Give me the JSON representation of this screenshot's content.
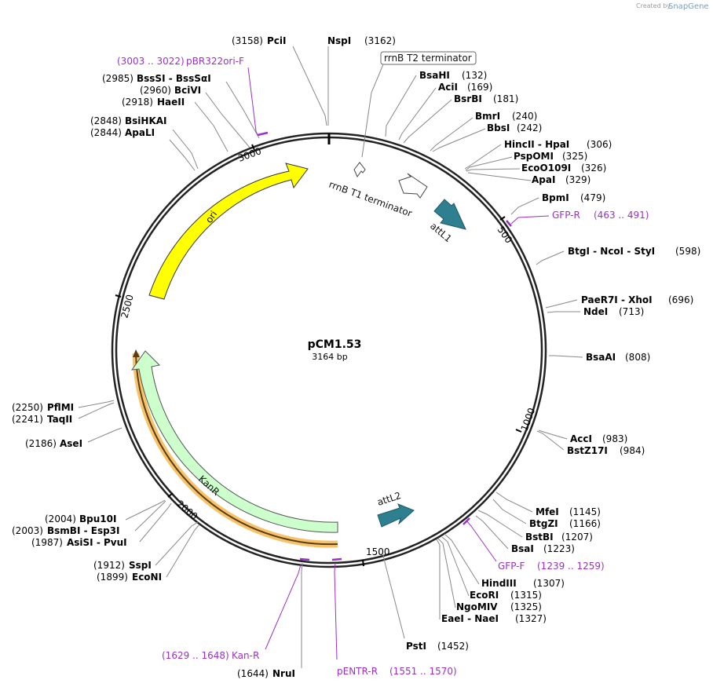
{
  "credit": {
    "prefix": "Created by",
    "brand": "SnapGene"
  },
  "plasmid": {
    "name": "pCM1.53",
    "size": "3164 bp"
  },
  "ticks": [
    "500",
    "1000",
    "1500",
    "2000",
    "2500",
    "3000"
  ],
  "features": {
    "rrnb_t2": "rrnB T2 terminator",
    "rrnb_t1": "rrnB T1 terminator",
    "attl1": "attL1",
    "attl2": "attL2",
    "ori": "ori",
    "kanr": "KanR"
  },
  "colors": {
    "ori": "#ffff00",
    "kanr": "#ccffcc",
    "attl": "#2e7f8f",
    "primer": "#9b30c8",
    "kanr_highlight": "#f7c36a"
  },
  "sites": {
    "pcii": {
      "name": "PciI",
      "pos": "(3158)"
    },
    "nspi": {
      "name": "NspI",
      "pos": "(3162)"
    },
    "pbr_f": {
      "name": "pBR322ori-F",
      "pos": "(3003 .. 3022)"
    },
    "bsssi": {
      "name": "BssSI  - BssSαI",
      "pos": "(2985)"
    },
    "bcivi": {
      "name": "BciVI",
      "pos": "(2960)"
    },
    "haeii": {
      "name": "HaeII",
      "pos": "(2918)"
    },
    "bsihkai": {
      "name": "BsiHKAI",
      "pos": "(2848)"
    },
    "apali": {
      "name": "ApaLI",
      "pos": "(2844)"
    },
    "bsahi": {
      "name": "BsaHI",
      "pos": "(132)"
    },
    "acii": {
      "name": "AciI",
      "pos": "(169)"
    },
    "bsrbi": {
      "name": "BsrBI",
      "pos": "(181)"
    },
    "bmri": {
      "name": "BmrI",
      "pos": "(240)"
    },
    "bbsi": {
      "name": "BbsI",
      "pos": "(242)"
    },
    "hincii": {
      "name": "HincII  - HpaI",
      "pos": "(306)"
    },
    "pspomi": {
      "name": "PspOMI",
      "pos": "(325)"
    },
    "eco0109i": {
      "name": "EcoO109I",
      "pos": "(326)"
    },
    "apai": {
      "name": "ApaI",
      "pos": "(329)"
    },
    "bpmi": {
      "name": "BpmI",
      "pos": "(479)"
    },
    "gfp_r": {
      "name": "GFP-R",
      "pos": "(463 .. 491)"
    },
    "btgi": {
      "name": "BtgI  - NcoI  - StyI",
      "pos": "(598)"
    },
    "paer7i": {
      "name": "PaeR7I  - XhoI",
      "pos": "(696)"
    },
    "ndei": {
      "name": "NdeI",
      "pos": "(713)"
    },
    "bsaai": {
      "name": "BsaAI",
      "pos": "(808)"
    },
    "acci": {
      "name": "AccI",
      "pos": "(983)"
    },
    "bstz17i": {
      "name": "BstZ17I",
      "pos": "(984)"
    },
    "mfei": {
      "name": "MfeI",
      "pos": "(1145)"
    },
    "btgzi": {
      "name": "BtgZI",
      "pos": "(1166)"
    },
    "bstbi": {
      "name": "BstBI",
      "pos": "(1207)"
    },
    "bsai": {
      "name": "BsaI",
      "pos": "(1223)"
    },
    "gfp_f": {
      "name": "GFP-F",
      "pos": "(1239 .. 1259)"
    },
    "hindiii": {
      "name": "HindIII",
      "pos": "(1307)"
    },
    "ecori": {
      "name": "EcoRI",
      "pos": "(1315)"
    },
    "ngomiv": {
      "name": "NgoMIV",
      "pos": "(1325)"
    },
    "eaei": {
      "name": "EaeI  - NaeI",
      "pos": "(1327)"
    },
    "psti": {
      "name": "PstI",
      "pos": "(1452)"
    },
    "pentr_r": {
      "name": "pENTR-R",
      "pos": "(1551 .. 1570)"
    },
    "kan_r": {
      "name": "Kan-R",
      "pos": "(1629 .. 1648)"
    },
    "nrui": {
      "name": "NruI",
      "pos": "(1644)"
    },
    "sspi": {
      "name": "SspI",
      "pos": "(1912)"
    },
    "econi": {
      "name": "EcoNI",
      "pos": "(1899)"
    },
    "bpu10i": {
      "name": "Bpu10I",
      "pos": "(2004)"
    },
    "bsmbi": {
      "name": "BsmBI  - Esp3I",
      "pos": "(2003)"
    },
    "asisi": {
      "name": "AsiSI  - PvuI",
      "pos": "(1987)"
    },
    "asei": {
      "name": "AseI",
      "pos": "(2186)"
    },
    "pflmi": {
      "name": "PflMI",
      "pos": "(2250)"
    },
    "taqii": {
      "name": "TaqII",
      "pos": "(2241)"
    }
  }
}
